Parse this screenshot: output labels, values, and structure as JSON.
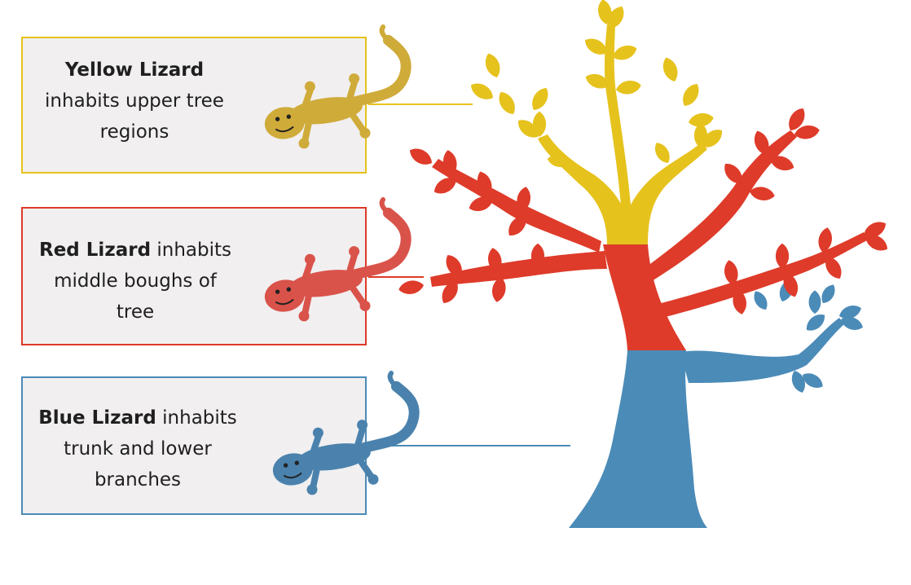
{
  "colors": {
    "yellow": "#e6c21d",
    "red": "#de3b2a",
    "blue": "#4b8bb8",
    "box_fill": "#f1eff0",
    "text": "#1f1f1f"
  },
  "zones": [
    {
      "id": "yellow",
      "name": "Yellow Lizard",
      "description_lines": [
        "inhabits upper tree",
        "regions"
      ],
      "first_line_suffix": ""
    },
    {
      "id": "red",
      "name": "Red Lizard",
      "first_line_suffix": " inhabits",
      "description_lines": [
        "middle boughs of",
        "tree"
      ]
    },
    {
      "id": "blue",
      "name": "Blue Lizard",
      "first_line_suffix": " inhabits",
      "description_lines": [
        "trunk and lower",
        "branches"
      ]
    }
  ]
}
